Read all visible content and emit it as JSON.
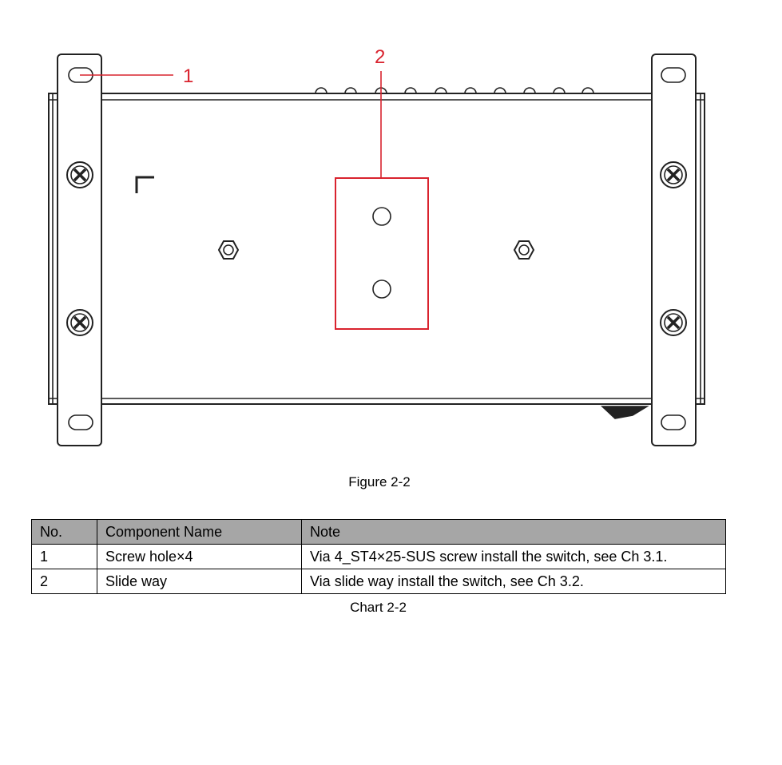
{
  "figure": {
    "callouts": [
      "1",
      "2"
    ],
    "caption": "Figure 2-2",
    "accent_color": "#d9232e"
  },
  "table": {
    "headers": [
      "No.",
      "Component Name",
      "Note"
    ],
    "rows": [
      [
        "1",
        "Screw hole×4",
        "Via 4_ST4×25-SUS screw install the switch, see Ch 3.1."
      ],
      [
        "2",
        "Slide way",
        "Via slide way install the switch, see Ch 3.2."
      ]
    ],
    "caption": "Chart 2-2"
  }
}
